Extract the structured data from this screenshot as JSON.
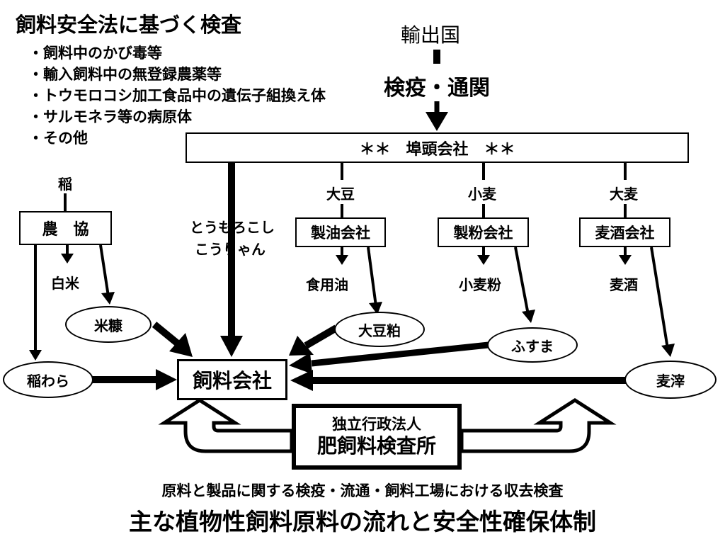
{
  "checks": {
    "title": "飼料安全法に基づく検査",
    "items": [
      "・飼料中のかび毒等",
      "・輸入飼料中の無登録農薬等",
      "・トウモロコシ加工食品中の遺伝子組換え体",
      "・サルモネラ等の病原体",
      "・その他"
    ]
  },
  "import": {
    "origin": "輸出国",
    "step": "検疫・通関",
    "port_company": "＊＊　埠頭会社　＊＊"
  },
  "flows": {
    "rice": "稲",
    "coop": "農　協",
    "white_rice": "白米",
    "rice_bran": "米糠",
    "rice_straw": "稲わら",
    "corn_line1": "とうもろこし",
    "corn_line2": "こうりゃん",
    "soybean": "大豆",
    "oil_company": "製油会社",
    "edible_oil": "食用油",
    "soy_meal": "大豆粕",
    "wheat": "小麦",
    "flour_company": "製粉会社",
    "flour": "小麦粉",
    "bran": "ふすま",
    "barley": "大麦",
    "beer_company": "麦酒会社",
    "beer": "麦酒",
    "brewers_grain": "麦滓",
    "feed_company": "飼料会社"
  },
  "inspector": {
    "line1": "独立行政法人",
    "line2": "肥飼料検査所"
  },
  "footer": {
    "caption": "原料と製品に関する検疫・流通・飼料工場における収去検査",
    "title": "主な植物性飼料原料の流れと安全性確保体制"
  }
}
